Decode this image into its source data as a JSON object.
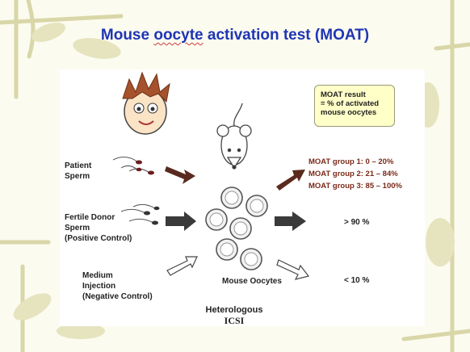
{
  "title": {
    "prefix": "Mouse ",
    "misspelled": "oocyte",
    "suffix": " activation test (MOAT)"
  },
  "result_box": {
    "line1": "MOAT result",
    "line2": "= % of activated",
    "line3": "mouse oocytes"
  },
  "inputs": {
    "patient_1": "Patient",
    "patient_2": "Sperm",
    "donor_1": "Fertile Donor",
    "donor_2": "Sperm",
    "donor_3": "(Positive Control)",
    "medium_1": "Medium",
    "medium_2": "Injection",
    "medium_3": "(Negative Control)"
  },
  "groups": [
    "MOAT group 1:  0 – 20%",
    "MOAT group 2:  21 – 84%",
    "MOAT group 3:  85 – 100%"
  ],
  "positive_result": "> 90 %",
  "negative_result": "< 10 %",
  "oocytes_label": "Mouse Oocytes",
  "method_1": "Heterologous",
  "method_2": "ICSI",
  "colors": {
    "title": "#1f35b5",
    "brown_arrow": "#5a2a1e",
    "dark_arrow": "#3a3a3a",
    "result_bg": "#ffffc8"
  }
}
